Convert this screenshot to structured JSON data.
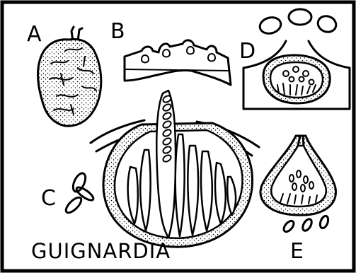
{
  "title": "GUIGNARDIA",
  "panels": [
    {
      "id": "A",
      "label": "A"
    },
    {
      "id": "B",
      "label": "B"
    },
    {
      "id": "C",
      "label": "C"
    },
    {
      "id": "D",
      "label": "D"
    },
    {
      "id": "E",
      "label": "E"
    }
  ]
}
